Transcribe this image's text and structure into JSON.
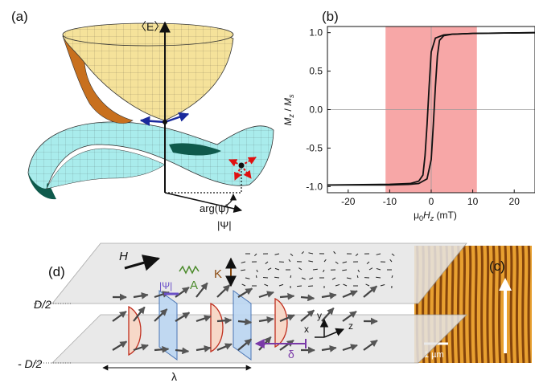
{
  "figure": {
    "panel_a": {
      "label": "(a)",
      "energy_axis": "〈E〉",
      "arg_label": "arg(ψ)",
      "magnitude_label": "|Ψ|",
      "colors": {
        "upper_surface": "#f5e29a",
        "lower_surface": "#a9ecec",
        "cut_face": "#c8701e",
        "inner_face": "#0f5a4c",
        "arrows_blue": "#1a2a9c",
        "arrows_red": "#e01010"
      }
    },
    "panel_b": {
      "label": "(b)",
      "shaded_color": "#f7a7a7",
      "shaded_range_mT": [
        -11,
        11
      ],
      "loop_color": "#111111"
    },
    "panel_c": {
      "label": "(c)",
      "scale_bar": "1 µm",
      "colors": {
        "stripe_light": "#e8a030",
        "stripe_dark": "#7a3a08"
      }
    },
    "panel_d": {
      "label": "(d)",
      "field_label": "H",
      "exchange_label": "A",
      "anisotropy_label": "K",
      "amplitude_label": "|Ψ|",
      "top_label": "D/2",
      "bottom_label": "- D/2",
      "wavelength_label": "λ",
      "delta_label": "δ",
      "axes": [
        "x",
        "y",
        "z"
      ],
      "colors": {
        "exchange": "#4a8a2a",
        "anisotropy": "#8a4a10",
        "delta": "#7a3aa8",
        "psi": "#6a50c8",
        "sheet": "#dcdcdc"
      }
    }
  },
  "chart_data": {
    "type": "line",
    "xlabel": "μ0Hz (mT)",
    "ylabel": "Mz / Ms",
    "xlim": [
      -25,
      25
    ],
    "ylim": [
      -1.08,
      1.08
    ],
    "xticks": [
      "-20",
      "-10",
      "0",
      "10",
      "20"
    ],
    "yticks": [
      "-1.0",
      "-0.5",
      "0.0",
      "0.5",
      "1.0"
    ],
    "series": [
      {
        "x": [
          -25,
          -10,
          -5,
          -3,
          -2,
          -1.5,
          -1,
          -0.5,
          0,
          1,
          3,
          5,
          10,
          25
        ],
        "y": [
          -0.98,
          -0.97,
          -0.96,
          -0.93,
          -0.85,
          -0.6,
          -0.2,
          0.3,
          0.75,
          0.93,
          0.97,
          0.98,
          0.99,
          1.0
        ]
      },
      {
        "x": [
          25,
          10,
          5,
          3,
          2,
          1.5,
          1,
          0.5,
          0,
          -1,
          -3,
          -5,
          -10,
          -25
        ],
        "y": [
          1.0,
          0.99,
          0.98,
          0.96,
          0.9,
          0.7,
          0.3,
          -0.2,
          -0.65,
          -0.9,
          -0.96,
          -0.97,
          -0.98,
          -0.98
        ]
      }
    ]
  }
}
